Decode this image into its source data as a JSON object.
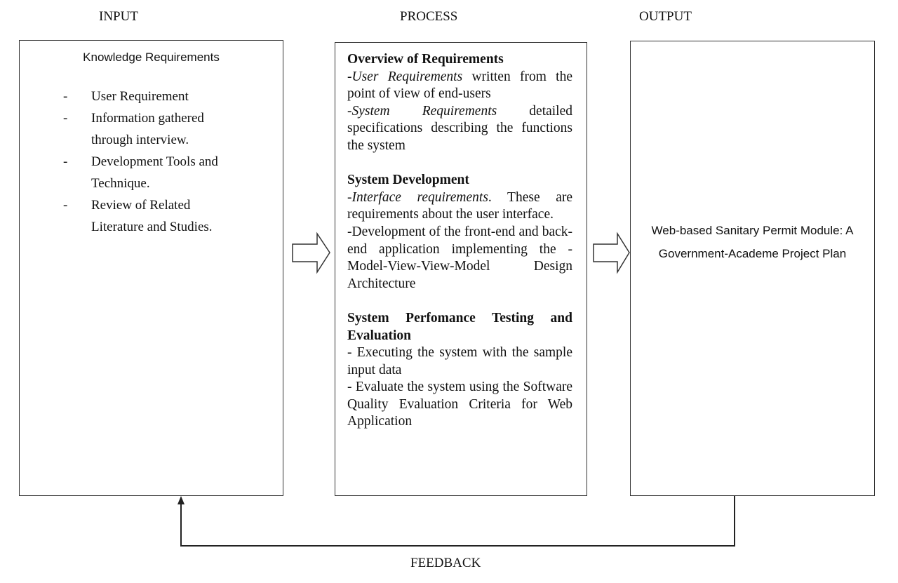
{
  "columns": {
    "input": "INPUT",
    "process": "PROCESS",
    "output": "OUTPUT"
  },
  "input": {
    "title": "Knowledge Requirements",
    "items": [
      {
        "bullet": "-",
        "text": "User Requirement"
      },
      {
        "bullet": "-",
        "text": "Information gathered through interview."
      },
      {
        "bullet": "-",
        "text": "Development Tools and Technique."
      },
      {
        "bullet": "-",
        "text": "Review of Related Literature and Studies."
      }
    ]
  },
  "process": {
    "sections": [
      {
        "heading": "Overview of Requirements",
        "lines": [
          {
            "em": "-User Requirements",
            "text": " written from the point of view of end-users"
          },
          {
            "em": "-System Requirements",
            "text": " detailed specifications describing the functions the system"
          }
        ]
      },
      {
        "heading": "System Development",
        "lines": [
          {
            "em": "-Interface requirements",
            "text": ". These are requirements about the user interface."
          },
          {
            "em": "",
            "text": "-Development of the front-end and back-end application implementing the -Model-View-View-Model Design Architecture"
          }
        ]
      },
      {
        "heading": "System Perfomance Testing and Evaluation",
        "lines": [
          {
            "em": "",
            "text": "- Executing the system with the sample input data"
          },
          {
            "em": "",
            "text": "- Evaluate the system using the Software Quality Evaluation Criteria for Web Application"
          }
        ]
      }
    ]
  },
  "output": {
    "text": "Web-based Sanitary Permit Module: A Government-Academe Project Plan"
  },
  "feedback": "FEEDBACK"
}
